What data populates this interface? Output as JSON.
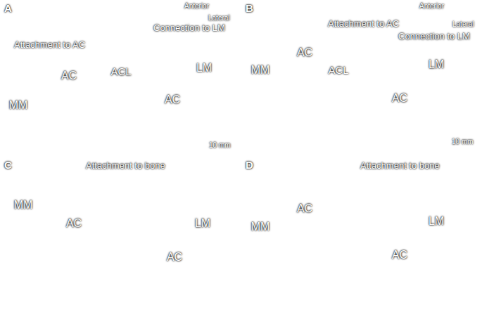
{
  "diagram": {
    "nodes": [
      {
        "text": [
          "A"
        ]
      },
      {
        "text": [
          "MM"
        ],
        "in": 0
      },
      {
        "text": [
          "AC"
        ],
        "in": 0
      },
      {
        "text": [
          "LM"
        ],
        "in": 0
      },
      {
        "text": [
          "AC"
        ],
        "in": 3
      },
      {
        "text": [
          "ACL"
        ],
        "in": 0
      },
      {
        "text": [
          "B"
        ]
      },
      {
        "text": [
          "AC"
        ],
        "in": 6
      },
      {
        "text": [
          "MM"
        ],
        "in": 6
      },
      {
        "text": [
          "LM"
        ],
        "in": 6
      },
      {
        "text": [
          "AC"
        ],
        "in": 9
      },
      {
        "text": [
          "ACL"
        ],
        "in": 6
      },
      {
        "text": [
          "C"
        ]
      },
      {
        "text": [
          "MM"
        ],
        "in": 12
      },
      {
        "text": [
          "AC"
        ],
        "in": 12
      },
      {
        "text": [
          "LM"
        ],
        "in": 12
      },
      {
        "text": [
          "AC"
        ],
        "in": 15
      },
      {
        "text": [
          "D"
        ]
      },
      {
        "text": [
          "AC"
        ],
        "in": 17
      },
      {
        "text": [
          "MM"
        ],
        "in": 17
      },
      {
        "text": [
          "LM"
        ],
        "in": 17
      },
      {
        "text": [
          "AC"
        ],
        "in": 20
      }
    ],
    "labels": [
      "Anterior",
      "Lateral",
      "Attachment to AC",
      "Connection to LM",
      "10 mm",
      "Anterior",
      "Lateral",
      "Attachment to AC",
      "Connection to LM",
      "10 mm",
      "Attachment to bone",
      "Attachment to bone"
    ]
  }
}
